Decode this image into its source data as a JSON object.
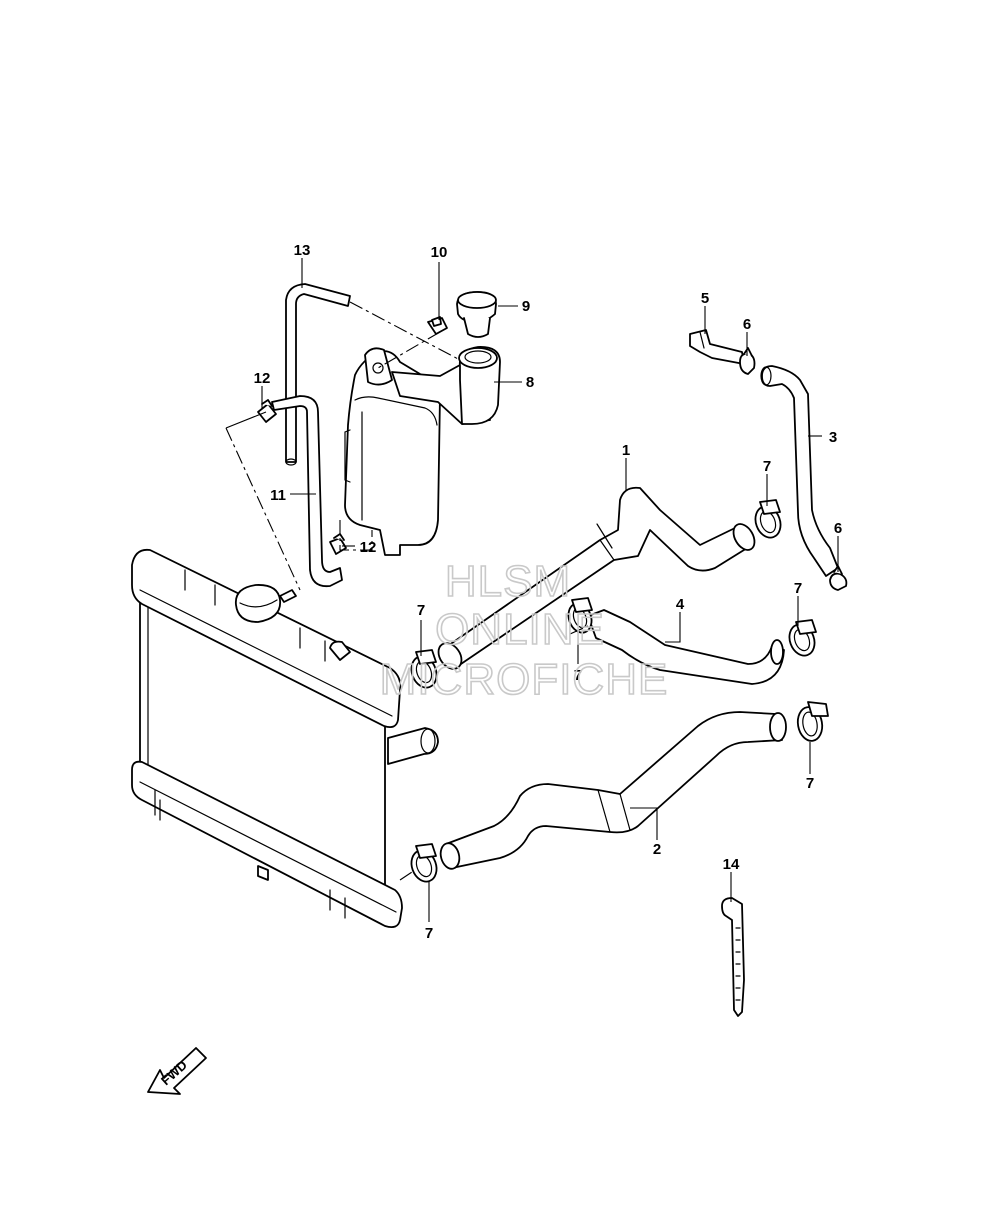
{
  "diagram": {
    "callouts": {
      "c1": "1",
      "c2": "2",
      "c3": "3",
      "c4": "4",
      "c5": "5",
      "c6a": "6",
      "c6b": "6",
      "c7a": "7",
      "c7b": "7",
      "c7c": "7",
      "c7d": "7",
      "c7e": "7",
      "c7f": "7",
      "c8": "8",
      "c9": "9",
      "c10": "10",
      "c11": "11",
      "c12a": "12",
      "c12b": "12",
      "c13": "13",
      "c14": "14"
    },
    "fwd_label": "FWD"
  },
  "watermark": {
    "line1": "HLSM",
    "line2": "ONLINE",
    "line3": "MICROFICHE"
  }
}
